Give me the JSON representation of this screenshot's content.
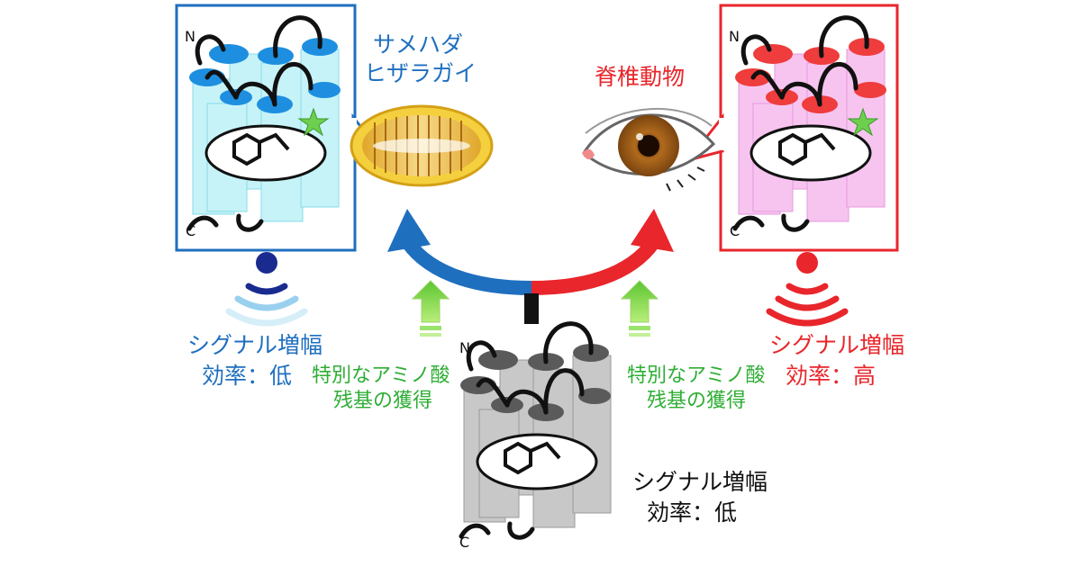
{
  "top_left": {
    "label_line1": "サメハダ",
    "label_line2": "ヒザラガイ",
    "n_term": "N",
    "c_term": "C",
    "signal_line1": "シグナル増幅",
    "signal_line2": "効率：低",
    "color": "#1f6fbf"
  },
  "top_right": {
    "label": "脊椎動物",
    "n_term": "N",
    "c_term": "C",
    "signal_line1": "シグナル増幅",
    "signal_line2": "効率：高",
    "color": "#e8262b"
  },
  "bottom": {
    "n_term": "N",
    "c_term": "C",
    "signal_line1": "シグナル増幅",
    "signal_line2": "効率：低"
  },
  "acquisition_left": {
    "line1": "特別なアミノ酸",
    "line2": "残基の獲得"
  },
  "acquisition_right": {
    "line1": "特別なアミノ酸",
    "line2": "残基の獲得"
  },
  "colors": {
    "blue": "#1f6fbf",
    "light_blue": "#c6f3f8",
    "red": "#e8262b",
    "pink": "#f7c4f0",
    "gray": "#c8c8c8",
    "green": "#7ed957",
    "star": "#6ecf4f"
  }
}
